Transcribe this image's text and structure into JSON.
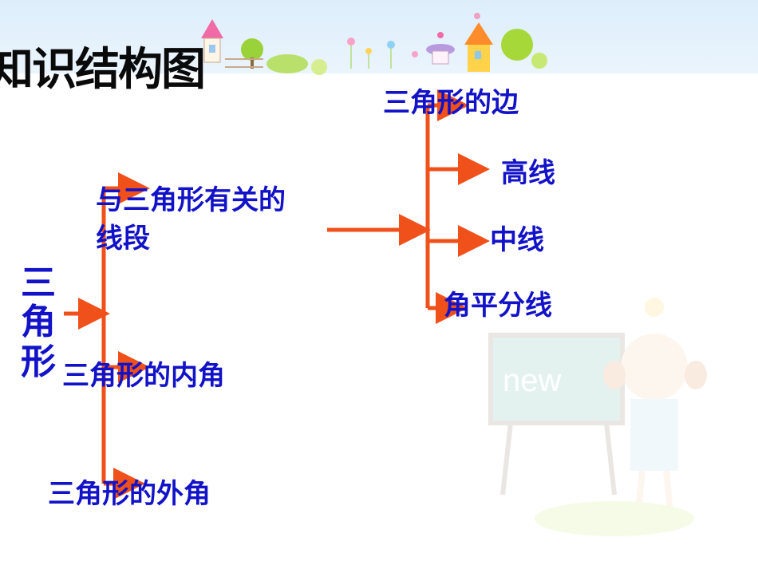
{
  "slide": {
    "title": "知识结构图",
    "title_color": "#0a0a0a",
    "node_color": "#1212c8",
    "connector_color": "#f0501a"
  },
  "decoration": {
    "top_band": "cartoon-houses-trees-flowers",
    "watermark": "girl-with-blackboard",
    "watermark_text": "new"
  },
  "diagram": {
    "root": "三角形",
    "branches": [
      {
        "label": "与三角形有关的线段",
        "children": [
          "三角形的边",
          "高线",
          "中线",
          "角平分线"
        ]
      },
      {
        "label": "三角形的内角"
      },
      {
        "label": "三角形的外角"
      }
    ]
  }
}
